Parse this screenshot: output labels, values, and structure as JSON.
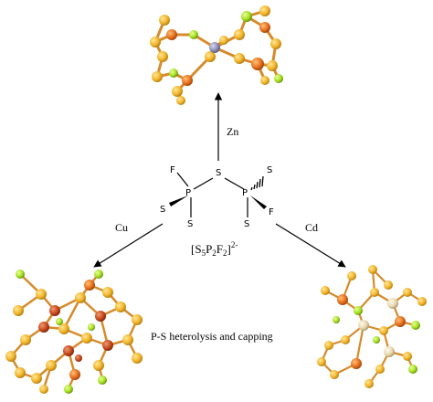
{
  "center_molecule": {
    "atoms": {
      "f_left": "F",
      "s_bridge": "S",
      "s_right_top": "S",
      "p_left": "P",
      "p_right": "P",
      "s_left_wedge": "S",
      "f_right": "F",
      "s_left_bottom": "S",
      "s_right_bottom": "S"
    },
    "formula": {
      "open": "[S",
      "s_sub": "5",
      "p": "P",
      "p_sub": "2",
      "f": "F",
      "f_sub": "2",
      "close": "]",
      "charge": "2-"
    }
  },
  "arrows": {
    "up_label": "Zn",
    "left_label": "Cu",
    "right_label": "Cd"
  },
  "caption": "P-S heterolysis and capping",
  "colors": {
    "sulfur": "#f2b52a",
    "phosphorus": "#e8711e",
    "fluorine": "#a6e022",
    "zinc": "#8f8fb8",
    "copper": "#c8491f",
    "cadmium": "#e9d9b0",
    "bond": "#d68b2a"
  }
}
